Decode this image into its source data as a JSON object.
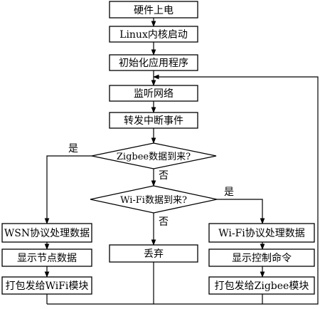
{
  "nodes": {
    "power_on": "硬件上电",
    "linux_boot": "Linux内核启动",
    "init_app": "初始化应用程序",
    "listen_net": "监听网络",
    "forward_irq": "转发中断事件",
    "zigbee_q": "Zigbee数据到来?",
    "wifi_q": "Wi-Fi数据到来?",
    "wsn_process": "WSN协议处理数据",
    "show_nodes": "显示节点数据",
    "pack_wifi": "打包发给WiFi模块",
    "discard": "丢弃",
    "wifi_process": "Wi-Fi协议处理数据",
    "show_cmd": "显示控制命令",
    "pack_zigbee": "打包发给Zigbee模块"
  },
  "edges": {
    "zigbee_yes": "是",
    "zigbee_no": "否",
    "wifi_yes": "是",
    "wifi_no": "否"
  }
}
